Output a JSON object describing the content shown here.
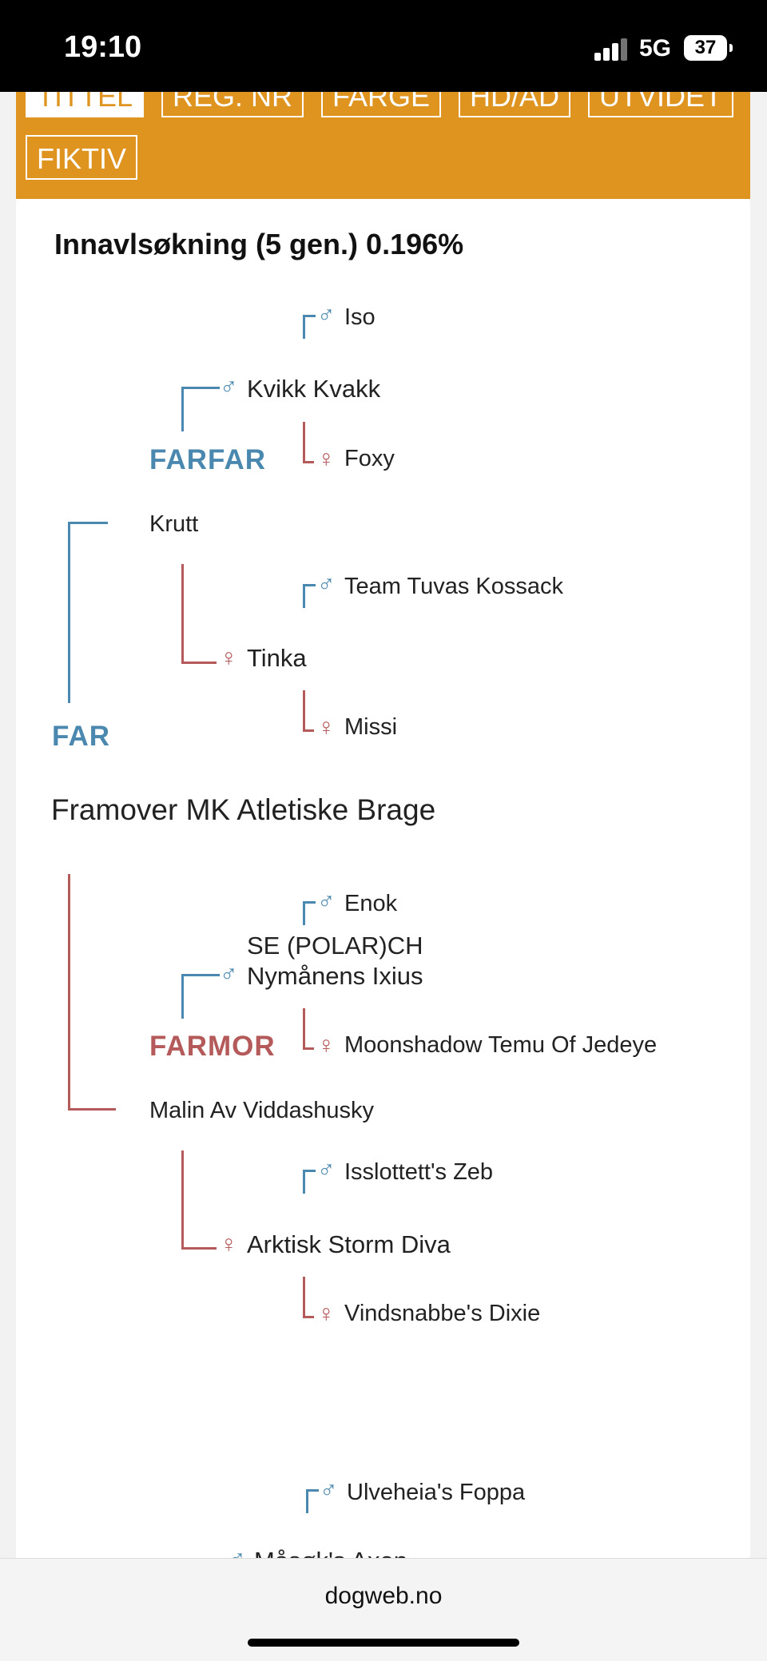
{
  "status": {
    "time": "19:10",
    "network": "5G",
    "battery": "37"
  },
  "filters": {
    "tittel": "TITTEL",
    "reg_nr": "REG. NR",
    "farge": "FARGE",
    "hd_ad": "HD/AD",
    "utvidet": "UTVIDET",
    "fiktiv": "FIKTIV"
  },
  "pedigree": {
    "inbreeding": "Innavlsøkning (5 gen.) 0.196%",
    "far_label": "FAR",
    "farfar_label": "FARFAR",
    "farmor_label": "FARMOR",
    "far": "Framover MK Atletiske Brage",
    "farfar": "Krutt",
    "farfar_sire": "Kvikk Kvakk",
    "farfar_sire_sire": "Iso",
    "farfar_sire_dam": "Foxy",
    "farfar_dam": "Tinka",
    "farfar_dam_sire": "Team Tuvas Kossack",
    "farfar_dam_dam": "Missi",
    "farmor": "Malin Av Viddashusky",
    "farmor_sire_line1": "SE (POLAR)CH",
    "farmor_sire_line2": "Nymånens Ixius",
    "farmor_sire_sire": "Enok",
    "farmor_sire_dam": "Moonshadow Temu Of Jedeye",
    "farmor_dam": "Arktisk Storm Diva",
    "farmor_dam_sire": "Isslottett's Zeb",
    "farmor_dam_dam": "Vindsnabbe's Dixie",
    "next_sire_sire": "Ulveheia's Foppa",
    "next_partial": "Måsøk's Axen"
  },
  "symbols": {
    "male": "♂",
    "female": "♀"
  },
  "browser": {
    "url": "dogweb.no"
  },
  "colors": {
    "orange": "#de941f",
    "male": "#4b88b0",
    "female": "#b55a5a"
  }
}
